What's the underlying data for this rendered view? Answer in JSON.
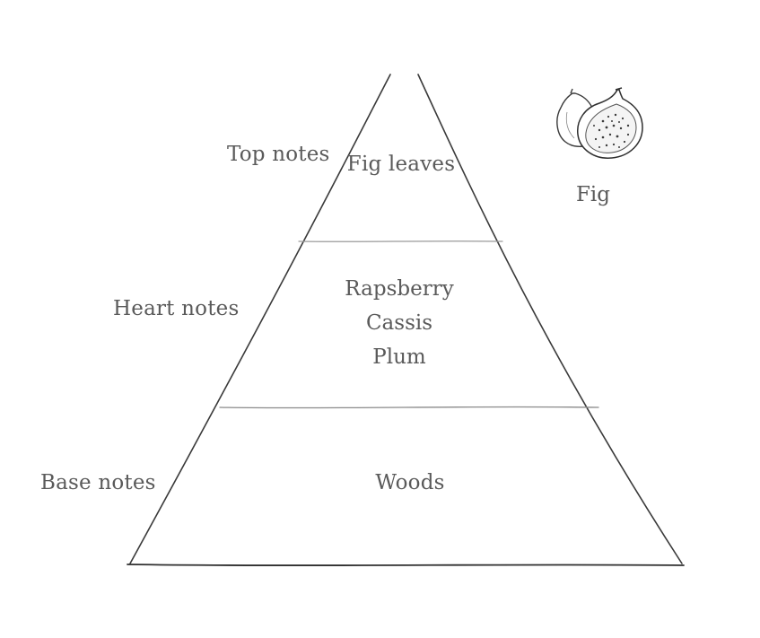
{
  "pyramid": {
    "tiers": [
      {
        "label": "Top notes",
        "notes": [
          "Fig leaves"
        ]
      },
      {
        "label": "Heart notes",
        "notes": [
          "Rapsberry",
          "Cassis",
          "Plum"
        ]
      },
      {
        "label": "Base notes",
        "notes": [
          "Woods"
        ]
      }
    ]
  },
  "illustration": {
    "icon": "fig-icon",
    "caption": "Fig"
  },
  "colors": {
    "line": "#3a3a3a",
    "divider": "#9a9a9a",
    "text": "#5a5a5a"
  }
}
